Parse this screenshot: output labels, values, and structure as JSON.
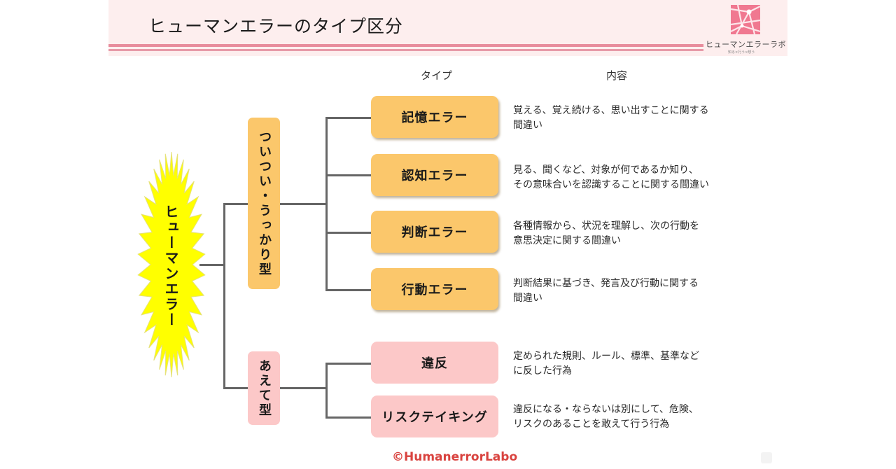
{
  "header": {
    "title": "ヒューマンエラーのタイプ区分",
    "logo": {
      "name": "ヒューマンエラーラボ",
      "tagline": "知る×行う×想う",
      "icon": "network-square-icon"
    },
    "colors": {
      "header_bg": "#fdeeee",
      "header_line": "#e88c9c"
    }
  },
  "columns": {
    "type": "タイプ",
    "content": "内容"
  },
  "root": {
    "label": "ヒューマンエラー",
    "color": "#ffff00"
  },
  "categories": [
    {
      "label": "ついつい・うっかり型",
      "color": "#fbc76b",
      "types": [
        {
          "label": "記憶エラー",
          "lines": [
            "覚える、覚え続ける、思い出すことに関する",
            "間違い"
          ]
        },
        {
          "label": "認知エラー",
          "lines": [
            "見る、聞くなど、対象が何であるか知り、",
            "その意味合いを認識することに関する間違い"
          ]
        },
        {
          "label": "判断エラー",
          "lines": [
            "各種情報から、状況を理解し、次の行動を",
            "意思決定に関する間違い"
          ]
        },
        {
          "label": "行動エラー",
          "lines": [
            "判断結果に基づき、発言及び行動に関する",
            "間違い"
          ]
        }
      ]
    },
    {
      "label": "あえて型",
      "color": "#fcc8c8",
      "types": [
        {
          "label": "違反",
          "lines": [
            "定められた規則、ルール、標準、基準など",
            "に反した行為"
          ]
        },
        {
          "label": "リスクテイキング",
          "lines": [
            "違反になる・ならないは別にして、危険、",
            "リスクのあることを敢えて行う行為"
          ]
        }
      ]
    }
  ],
  "footer": {
    "copyright": "©HumanerrorLabo",
    "color": "#d9433f"
  }
}
